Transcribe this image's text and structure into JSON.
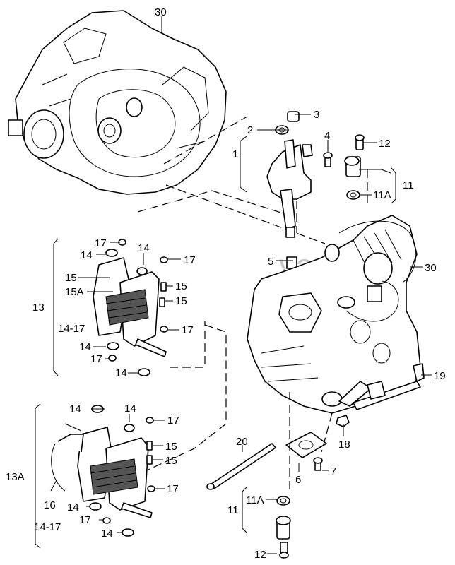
{
  "watermark": "vagtec.ru",
  "labels": {
    "l30a": "30",
    "l3": "3",
    "l2": "2",
    "l4": "4",
    "l12a": "12",
    "l1": "1",
    "l11a": "11",
    "l11A_a": "11A",
    "l30b": "30",
    "l5": "5",
    "l17a": "17",
    "l14a": "14",
    "l14b": "14",
    "l17b": "17",
    "l15a": "15",
    "l15A": "15A",
    "l15b": "15",
    "l15c": "15",
    "l13": "13",
    "l1417a": "14-17",
    "l17c": "17",
    "l14c": "14",
    "l17d": "17",
    "l14d": "14",
    "l19": "19",
    "l18": "18",
    "l14e": "14",
    "l14f": "14",
    "l17e": "17",
    "l15d": "15",
    "l15e": "15",
    "l20": "20",
    "l6": "6",
    "l7": "7",
    "l13A": "13A",
    "l17f": "17",
    "l16": "16",
    "l14g": "14",
    "l11A_b": "11A",
    "l11b": "11",
    "l17g": "17",
    "l1417b": "14-17",
    "l14h": "14",
    "l12b": "12"
  }
}
